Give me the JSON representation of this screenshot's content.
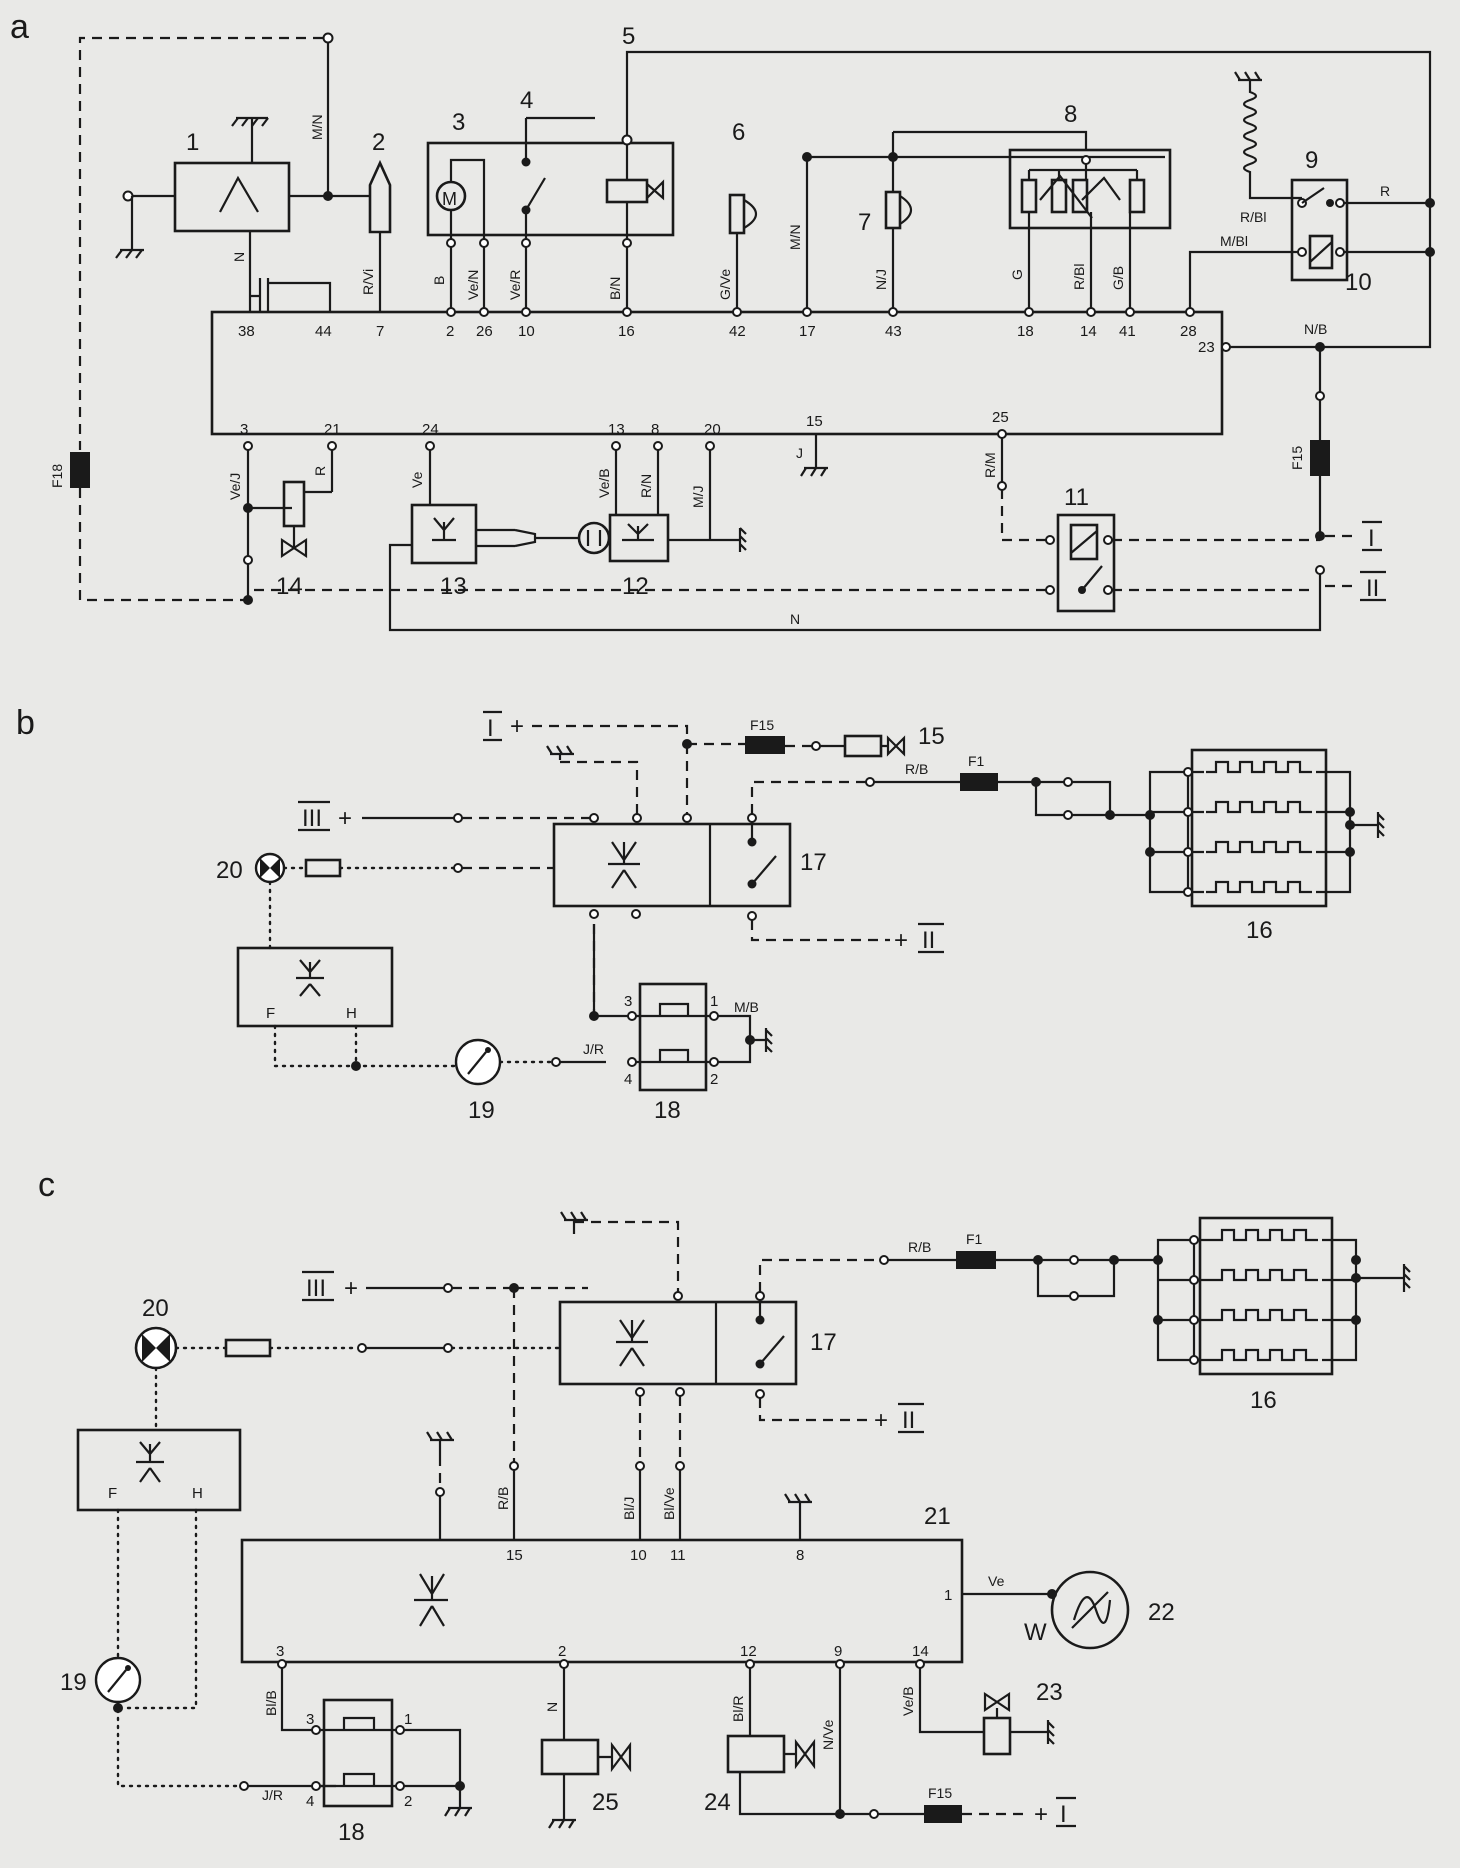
{
  "sections": {
    "a": "a",
    "b": "b",
    "c": "c"
  },
  "components_a": {
    "c1": "1",
    "c2": "2",
    "c3": "3",
    "c4": "4",
    "c5": "5",
    "c6": "6",
    "c7": "7",
    "c8": "8",
    "c9": "9",
    "c10": "10",
    "c11": "11",
    "c12": "12",
    "c13": "13",
    "c14": "14"
  },
  "components_b": {
    "c15": "15",
    "c16": "16",
    "c17": "17",
    "c18": "18",
    "c19": "19",
    "c20": "20"
  },
  "components_c": {
    "c16": "16",
    "c17": "17",
    "c18": "18",
    "c19": "19",
    "c20": "20",
    "c21": "21",
    "c22": "22",
    "c23": "23",
    "c24": "24",
    "c25": "25"
  },
  "fuses": {
    "f18": "F18",
    "f15": "F15",
    "f1": "F1"
  },
  "supplies": {
    "I": "I",
    "II": "II",
    "III": "III",
    "plus": "+"
  },
  "motor_symbol": "M",
  "sensor_w": "W",
  "connector_pins_a_top": [
    "38",
    "44",
    "7",
    "2",
    "26",
    "10",
    "16",
    "42",
    "17",
    "43",
    "18",
    "14",
    "41",
    "28",
    "23"
  ],
  "connector_pins_a_bottom": [
    "3",
    "21",
    "24",
    "13",
    "8",
    "20",
    "15",
    "25"
  ],
  "connector_pins_c": [
    "15",
    "10",
    "11",
    "8",
    "1",
    "3",
    "2",
    "12",
    "9",
    "14"
  ],
  "relay_pins": [
    "3",
    "1",
    "4",
    "2"
  ],
  "box_pins_FH": [
    "F",
    "H"
  ],
  "wire_labels_a": {
    "mn": "M/N",
    "rvi": "R/Vi",
    "n1": "N",
    "b": "B",
    "ven": "Ve/N",
    "ver": "Ve/R",
    "bn": "B/N",
    "gve": "G/Ve",
    "mn2": "M/N",
    "nj": "N/J",
    "g": "G",
    "rbi": "R/Bl",
    "gb": "G/B",
    "rbi2": "R/Bl",
    "r": "R",
    "mbi": "M/Bl",
    "nb": "N/B",
    "vej": "Ve/J",
    "r2": "R",
    "ve": "Ve",
    "veb": "Ve/B",
    "rn": "R/N",
    "mj": "M/J",
    "j": "J",
    "rm": "R/M",
    "n2": "N"
  },
  "wire_labels_b": {
    "rb": "R/B",
    "mb": "M/B",
    "jr": "J/R"
  },
  "wire_labels_c": {
    "rb": "R/B",
    "rb2": "R/B",
    "bij": "Bl/J",
    "bive": "Bl/Ve",
    "ve": "Ve",
    "bib": "Bl/B",
    "jr": "J/R",
    "n": "N",
    "bir": "Bl/R",
    "nve": "N/Ve",
    "veb": "Ve/B"
  },
  "colors": {
    "ink": "#1a1a1a",
    "paper": "#e9e9e7"
  }
}
